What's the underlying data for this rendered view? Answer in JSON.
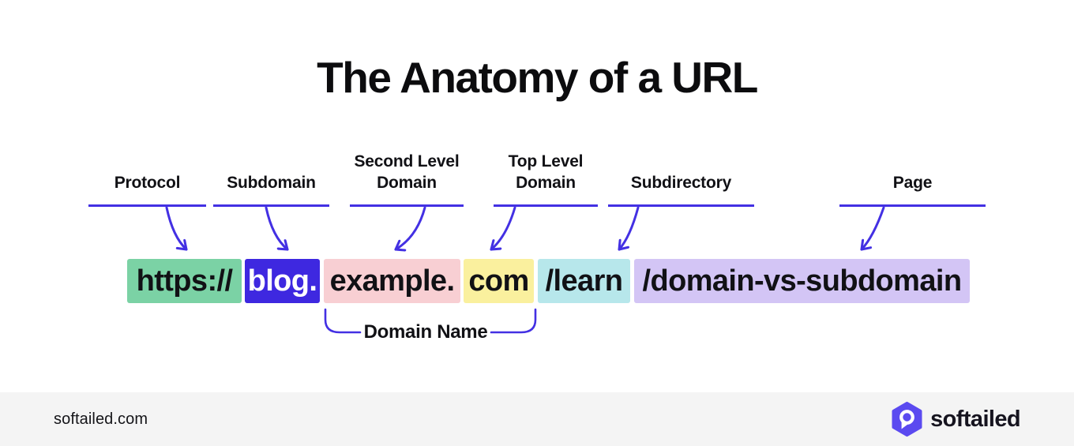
{
  "title": "The Anatomy of a URL",
  "colors": {
    "line_purple": "#4330e3",
    "logo_purple": "#5b4af0",
    "footer_bg": "#f4f4f4",
    "protocol_bg": "#7bd2a5",
    "subdomain_bg": "#3e28e0",
    "second_level_domain_bg": "#f8cfd3",
    "top_level_domain_bg": "#faf09e",
    "subdirectory_bg": "#b7e7eb",
    "page_bg": "#d3c5f5"
  },
  "callouts": [
    {
      "label": "Protocol"
    },
    {
      "label": "Subdomain"
    },
    {
      "label": "Second Level Domain"
    },
    {
      "label": "Top Level Domain"
    },
    {
      "label": "Subdirectory"
    },
    {
      "label": "Page"
    }
  ],
  "url": {
    "segments": [
      {
        "name": "protocol",
        "text": "https://"
      },
      {
        "name": "subdomain",
        "text": "blog."
      },
      {
        "name": "second-level-domain",
        "text": "example."
      },
      {
        "name": "top-level-domain",
        "text": "com"
      },
      {
        "name": "subdirectory",
        "text": "/learn"
      },
      {
        "name": "page",
        "text": "/domain-vs-subdomain"
      }
    ],
    "group_label": "Domain Name"
  },
  "footer": {
    "site": "softailed.com",
    "brand": "softailed"
  }
}
